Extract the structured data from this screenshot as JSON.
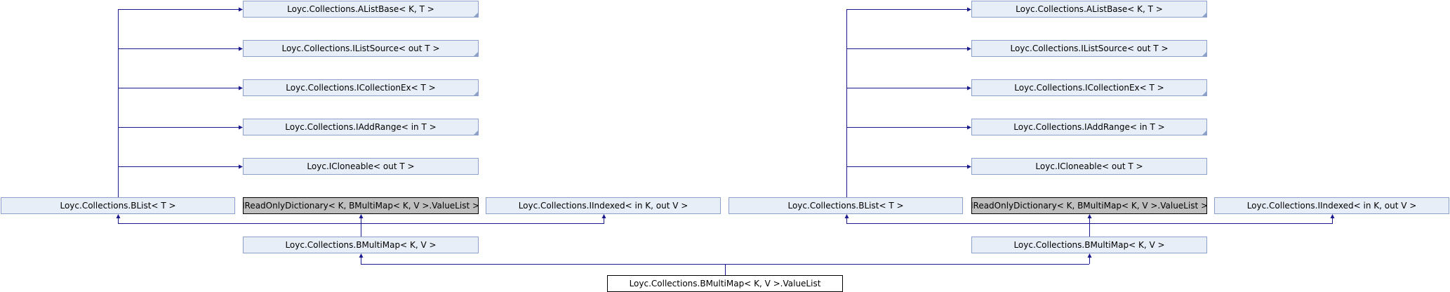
{
  "diagram": {
    "colors": {
      "edge": "#1a1a8c",
      "node_fill": "#e8eef7",
      "node_border": "#8ca0c8",
      "gray_fill": "#bfbfbf"
    },
    "panels": [
      {
        "nodes": {
          "alistbase": "Loyc.Collections.AListBase< K, T >",
          "ilistsource": "Loyc.Collections.IListSource< out T >",
          "icollectionex": "Loyc.Collections.ICollectionEx< T >",
          "iaddrange": "Loyc.Collections.IAddRange< in T >",
          "icloneable": "Loyc.ICloneable< out T >",
          "blist": "Loyc.Collections.BList< T >",
          "ireadonlydictionary": "IReadOnlyDictionary< K, BMultiMap< K, V >.ValueList >",
          "iindexed": "Loyc.Collections.IIndexed< in K, out V >",
          "bmultimap": "Loyc.Collections.BMultiMap< K, V >"
        }
      },
      {
        "nodes": {
          "alistbase": "Loyc.Collections.AListBase< K, T >",
          "ilistsource": "Loyc.Collections.IListSource< out T >",
          "icollectionex": "Loyc.Collections.ICollectionEx< T >",
          "iaddrange": "Loyc.Collections.IAddRange< in T >",
          "icloneable": "Loyc.ICloneable< out T >",
          "blist": "Loyc.Collections.BList< T >",
          "ireadonlydictionary": "IReadOnlyDictionary< K, BMultiMap< K, V >.ValueList >",
          "iindexed": "Loyc.Collections.IIndexed< in K, out V >",
          "bmultimap": "Loyc.Collections.BMultiMap< K, V >"
        }
      }
    ],
    "root": "Loyc.Collections.BMultiMap< K, V >.ValueList"
  }
}
